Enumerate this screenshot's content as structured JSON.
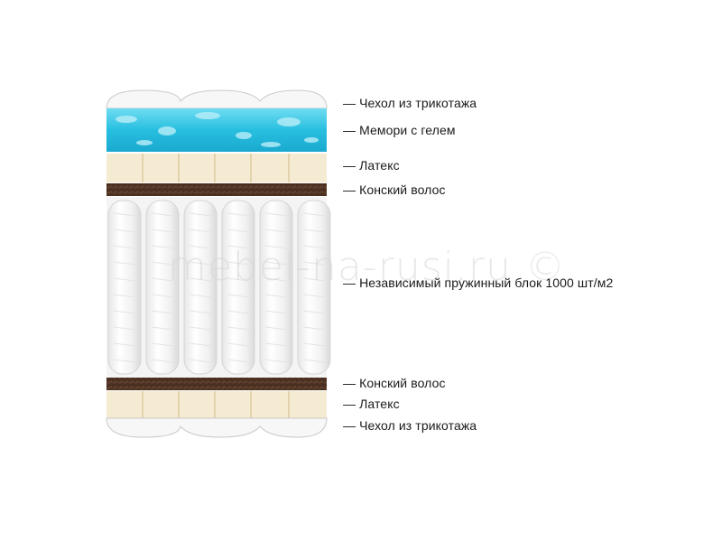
{
  "layers": [
    {
      "name": "top-cover",
      "label": "— Чехол из трикотажа"
    },
    {
      "name": "memory-gel",
      "label": "— Мемори с гелем"
    },
    {
      "name": "latex-top",
      "label": "— Латекс"
    },
    {
      "name": "horsehair-top",
      "label": "— Конский волос"
    },
    {
      "name": "spring-block",
      "label": "— Независимый пружинный блок 1000 шт/м2"
    },
    {
      "name": "horsehair-bottom",
      "label": "— Конский волос"
    },
    {
      "name": "latex-bottom",
      "label": "— Латекс"
    },
    {
      "name": "bottom-cover",
      "label": "— Чехол из трикотажа"
    }
  ],
  "watermark": "mebel-na-rusi.ru ©",
  "colors": {
    "gel": "#2ec4e3",
    "gel_light": "#9be8f5",
    "latex": "#f5ebd2",
    "horsehair": "#4a2f20",
    "spring": "#f2f2f2",
    "cover": "#f7f7f7"
  }
}
